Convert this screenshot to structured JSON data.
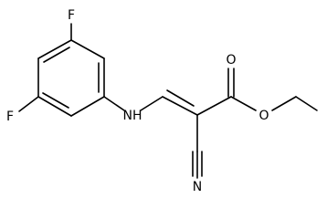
{
  "molecule": {
    "atom_labels": {
      "fluorine_top": "F",
      "fluorine_left": "F",
      "amine": "NH",
      "carbonyl_oxygen": "O",
      "ester_oxygen": "O",
      "nitrile_nitrogen": "N"
    }
  }
}
